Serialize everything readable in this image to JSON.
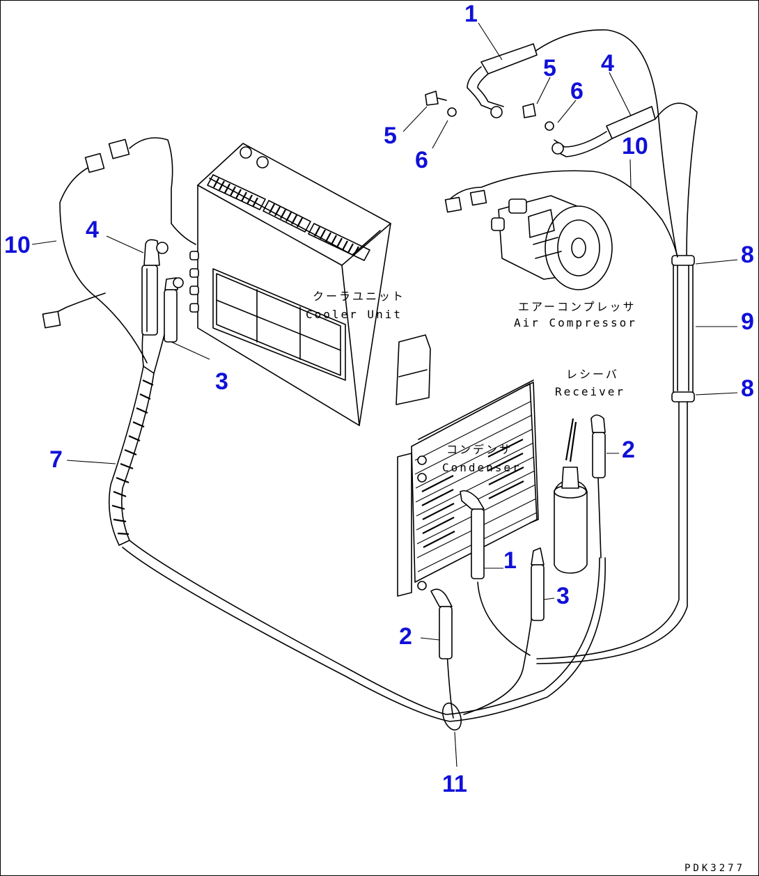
{
  "callouts": {
    "c1_top": "1",
    "c5_top": "5",
    "c4_top": "4",
    "c6_top": "6",
    "c5_left": "5",
    "c6_left": "6",
    "c10_top": "10",
    "c10_left": "10",
    "c4_left": "4",
    "c3_left": "3",
    "c7": "7",
    "c8_top": "8",
    "c9": "9",
    "c8_bottom": "8",
    "c2_right": "2",
    "c1_mid": "1",
    "c3_mid": "3",
    "c2_low": "2",
    "c11": "11"
  },
  "components": {
    "cooler_unit_jp": "クーラユニット",
    "cooler_unit_en": "Cooler Unit",
    "air_compressor_jp": "エアーコンプレッサ",
    "air_compressor_en": "Air Compressor",
    "receiver_jp": "レシーバ",
    "receiver_en": "Receiver",
    "condenser_jp": "コンデンサ",
    "condenser_en": "Condenser"
  },
  "drawing_code": "PDK3277"
}
